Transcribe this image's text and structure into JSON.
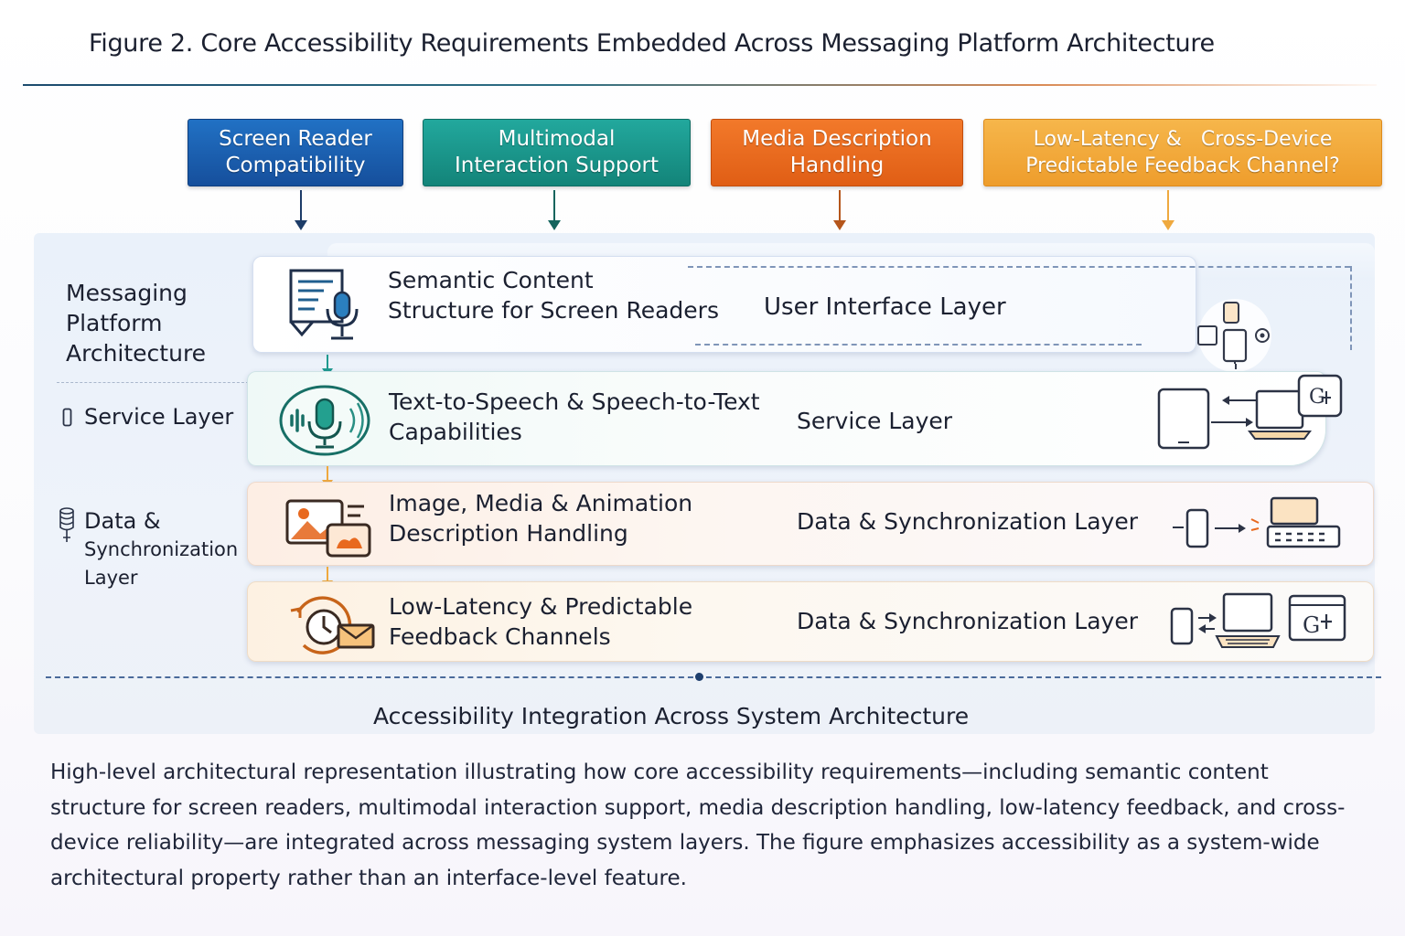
{
  "figure_title": "Figure 2. Core Accessibility Requirements Embedded Across Messaging Platform Architecture",
  "requirements": [
    {
      "line1": "Screen Reader",
      "line2": "Compatibility",
      "color": "#1a5cae"
    },
    {
      "line1": "Multimodal",
      "line2": "Interaction Support",
      "color": "#17968c"
    },
    {
      "line1": "Media Description",
      "line2": "Handling",
      "color": "#e8691f"
    },
    {
      "line1": "Low-Latency &   Cross-Device",
      "line2": "Predictable Feedback Channel?",
      "color": "#f2a83a"
    }
  ],
  "sidebar": {
    "architecture": "Messaging Platform Architecture",
    "architecture_lines": [
      "Messaging",
      "Platform",
      "Architecture"
    ],
    "service": "Service Layer",
    "data_lines": [
      "Data &",
      "Synchronization",
      "Layer"
    ]
  },
  "layers": [
    {
      "feature_line1": "Semantic Content",
      "feature_line2": "Structure for Screen Readers",
      "layer_name": "User Interface Layer",
      "icon": "document-microphone-icon"
    },
    {
      "feature_line1": "Text-to-Speech & Speech-to-Text",
      "feature_line2": "Capabilities",
      "layer_name": "Service Layer",
      "icon": "voice-microphone-icon"
    },
    {
      "feature_line1": "Image, Media & Animation",
      "feature_line2": "Description Handling",
      "layer_name": "Data  & Synchronization Layer",
      "icon": "image-media-icon"
    },
    {
      "feature_line1": "Low-Latency & Predictable",
      "feature_line2": "Feedback Channels",
      "layer_name": "Data & Synchronization Layer",
      "icon": "clock-envelope-icon"
    }
  ],
  "footer": "Accessibility Integration Across System Architecture",
  "caption": "High-level architectural representation illustrating how core accessibility requirements—including semantic content structure for screen readers, multimodal interaction support, media description handling, low-latency feedback, and cross-device reliability—are integrated across messaging system layers. The figure emphasizes accessibility as a system-wide architectural property rather than an interface-level feature."
}
